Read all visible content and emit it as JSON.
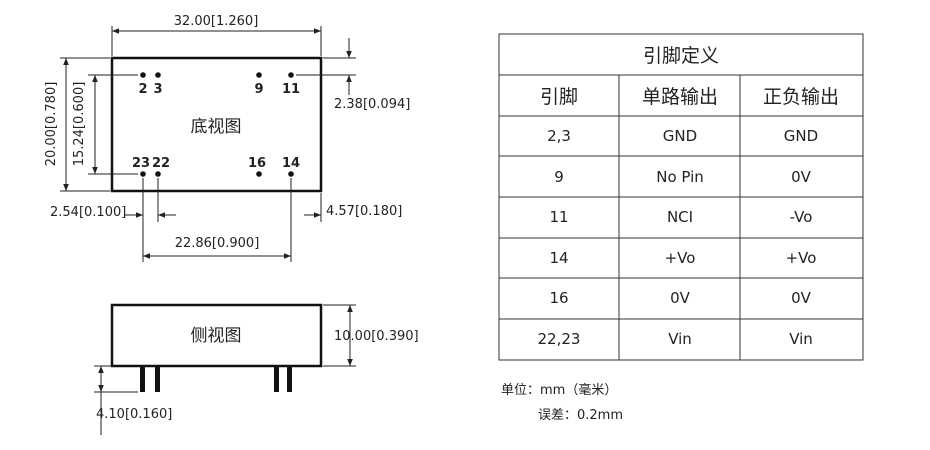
{
  "top_view": {
    "label": "底视图",
    "dim_width": "32.00[1.260]",
    "dim_height": "20.00[0.780]",
    "dim_inner_height": "15.24[0.600]",
    "dim_top_offset": "2.38[0.094]",
    "dim_pin_pitch": "2.54[0.100]",
    "dim_pin_span": "22.86[0.900]",
    "dim_right_offset": "4.57[0.180]",
    "pins": {
      "p2": "2",
      "p3": "3",
      "p9": "9",
      "p11": "11",
      "p23": "23",
      "p22": "22",
      "p16": "16",
      "p14": "14"
    }
  },
  "side_view": {
    "label": "侧视图",
    "dim_height": "10.00[0.390]",
    "dim_pin_length": "4.10[0.160]"
  },
  "pin_table": {
    "title": "引脚定义",
    "headers": [
      "引脚",
      "单路输出",
      "正负输出"
    ],
    "rows": [
      [
        "2,3",
        "GND",
        "GND"
      ],
      [
        "9",
        "No Pin",
        "0V"
      ],
      [
        "11",
        "NCI",
        "-Vo"
      ],
      [
        "14",
        "+Vo",
        "+Vo"
      ],
      [
        "16",
        "0V",
        "0V"
      ],
      [
        "22,23",
        "Vin",
        "Vin"
      ]
    ]
  },
  "notes": {
    "unit": "单位：mm（毫米）",
    "tolerance": "误差：0.2mm"
  }
}
